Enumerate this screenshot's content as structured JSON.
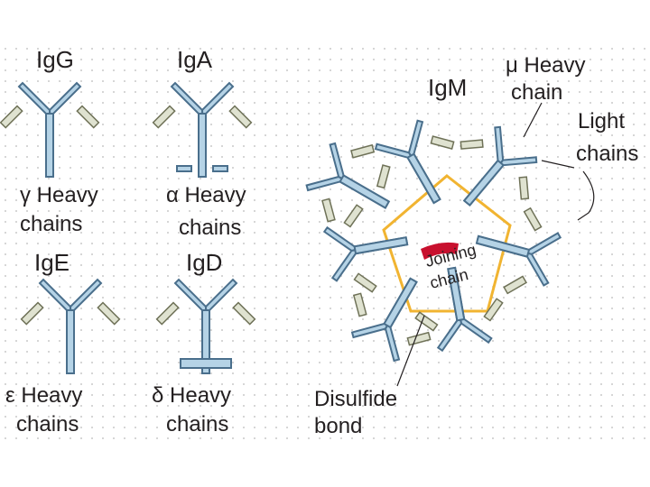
{
  "panels": [
    {
      "title": "IgG",
      "greek": "γ",
      "heavy": "Heavy",
      "chains": "chains"
    },
    {
      "title": "IgA",
      "greek": "α",
      "heavy": "Heavy",
      "chains": "chains"
    },
    {
      "title": "IgE",
      "greek": "ε",
      "heavy": "Heavy",
      "chains": "chains"
    },
    {
      "title": "IgD",
      "greek": "δ",
      "heavy": "Heavy",
      "chains": "chains"
    }
  ],
  "igm": {
    "title": "IgM",
    "mu_heavy_line1": "μ Heavy",
    "mu_heavy_line2": "chain",
    "light_line1": "Light",
    "light_line2": "chains",
    "joining_line1": "Joining",
    "joining_line2": "chain",
    "disulfide_line1": "Disulfide",
    "disulfide_line2": "bond"
  },
  "colors": {
    "heavy_chain": "#b5d3e6",
    "heavy_outline": "#4a6f8c",
    "light_chain": "#dfe2d0",
    "disulfide": "#f1b431",
    "joining_chain": "#c8102e",
    "grid_dots": "#b8b8b8"
  }
}
